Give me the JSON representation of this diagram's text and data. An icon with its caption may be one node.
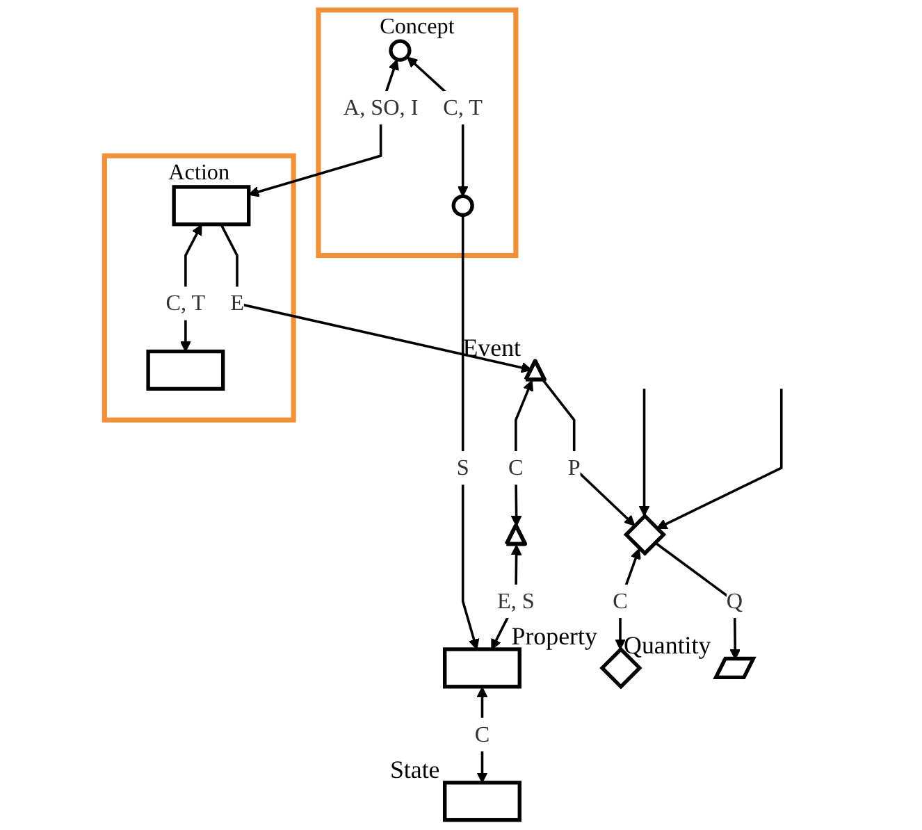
{
  "diagram": {
    "nodes": [
      {
        "text": [
          "Concept"
        ]
      },
      {
        "text": [],
        "shape": "circle",
        "in": 0
      },
      {
        "text": [],
        "shape": "circle",
        "in": 0
      },
      {
        "text": [
          "Action"
        ]
      },
      {
        "text": [],
        "shape": "box",
        "in": 3
      },
      {
        "text": [],
        "shape": "box",
        "in": 3
      },
      {
        "text": [],
        "shape": "box"
      },
      {
        "text": [],
        "shape": "box",
        "beside": [
          "State"
        ]
      },
      {
        "text": [],
        "shape": "triangle",
        "beside": [
          "Event"
        ]
      },
      {
        "text": [],
        "shape": "triangle"
      },
      {
        "text": [],
        "shape": "diamond"
      },
      {
        "text": [],
        "shape": "diamond",
        "beside": [
          "Property"
        ]
      },
      {
        "text": [],
        "shape": "parallelogram",
        "beside": [
          "Quantity"
        ]
      }
    ],
    "edges": [
      {
        "from": 1,
        "to": 2,
        "arrow": "both",
        "label": "C, T"
      },
      {
        "from": 1,
        "to": 4,
        "arrow": "both",
        "label": "A, SO, I"
      },
      {
        "from": 4,
        "to": 5,
        "arrow": "both",
        "label": "C, T"
      },
      {
        "from": 2,
        "to": 6,
        "arrow": "to",
        "label": "S"
      },
      {
        "from": 4,
        "to": 8,
        "arrow": "to",
        "label": "E"
      },
      {
        "from": 6,
        "to": 7,
        "arrow": "both",
        "label": "C"
      },
      {
        "from": 8,
        "to": 9,
        "arrow": "both",
        "label": "C"
      },
      {
        "from": 9,
        "to": 6,
        "arrow": "both",
        "label": "E, S"
      },
      {
        "from": 8,
        "to": 10,
        "arrow": "to",
        "label": "P"
      },
      {
        "from": null,
        "to": 10,
        "arrow": "to"
      },
      {
        "from": null,
        "to": 10,
        "arrow": "to"
      },
      {
        "from": 10,
        "to": 11,
        "arrow": "both",
        "label": "C"
      },
      {
        "from": 10,
        "to": 12,
        "arrow": "to",
        "label": "Q"
      }
    ]
  }
}
